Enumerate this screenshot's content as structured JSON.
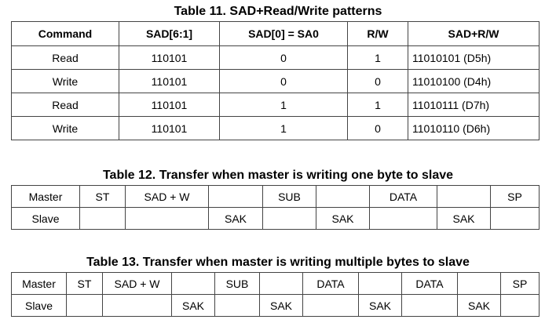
{
  "table11": {
    "title": "Table 11. SAD+Read/Write patterns",
    "headers": [
      "Command",
      "SAD[6:1]",
      "SAD[0] = SA0",
      "R/W",
      "SAD+R/W"
    ],
    "rows": [
      [
        "Read",
        "110101",
        "0",
        "1",
        "11010101 (D5h)"
      ],
      [
        "Write",
        "110101",
        "0",
        "0",
        "11010100 (D4h)"
      ],
      [
        "Read",
        "110101",
        "1",
        "1",
        "11010111 (D7h)"
      ],
      [
        "Write",
        "110101",
        "1",
        "0",
        "11010110 (D6h)"
      ]
    ]
  },
  "table12": {
    "title": "Table 12. Transfer when master is writing one byte to slave",
    "master": [
      "Master",
      "ST",
      "SAD + W",
      "",
      "SUB",
      "",
      "DATA",
      "",
      "SP"
    ],
    "slave": [
      "Slave",
      "",
      "",
      "SAK",
      "",
      "SAK",
      "",
      "SAK",
      ""
    ]
  },
  "table13": {
    "title": "Table 13. Transfer when master is writing multiple bytes to slave",
    "master": [
      "Master",
      "ST",
      "SAD + W",
      "",
      "SUB",
      "",
      "DATA",
      "",
      "DATA",
      "",
      "SP"
    ],
    "slave": [
      "Slave",
      "",
      "",
      "SAK",
      "",
      "SAK",
      "",
      "SAK",
      "",
      "SAK",
      ""
    ]
  }
}
